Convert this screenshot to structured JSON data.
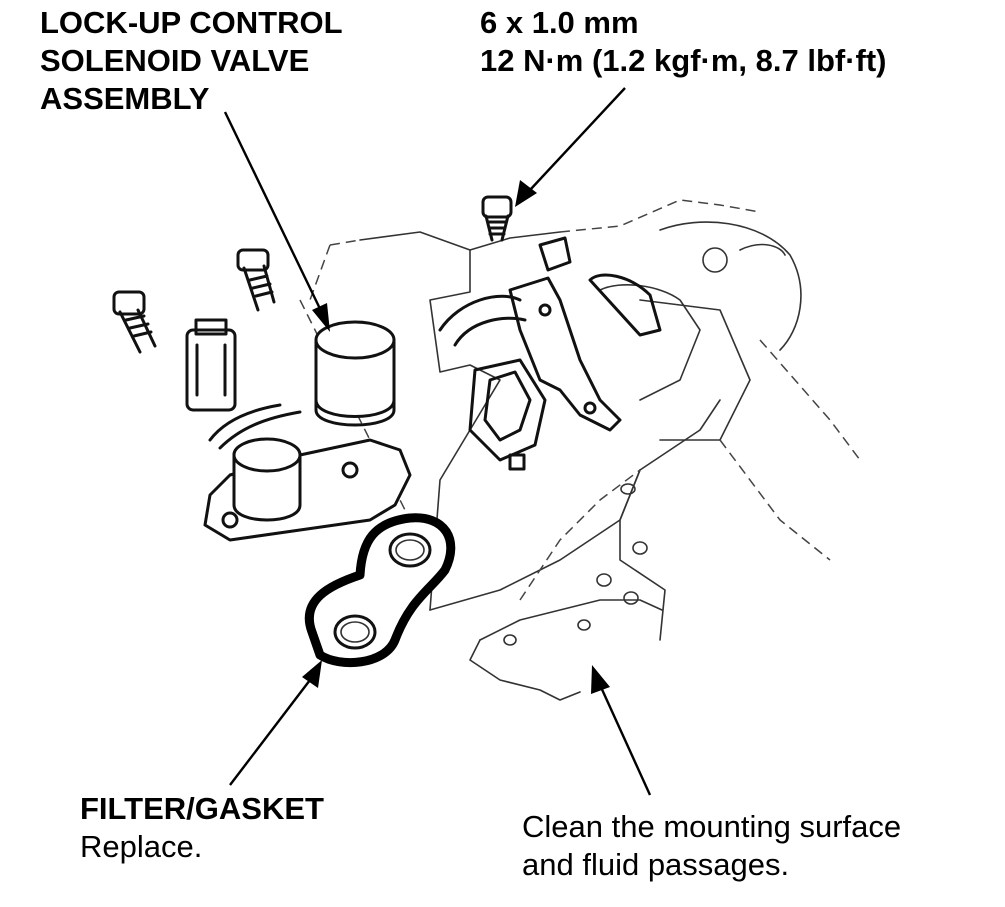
{
  "labels": {
    "solenoid": [
      "LOCK-UP CONTROL",
      "SOLENOID VALVE",
      "ASSEMBLY"
    ],
    "bolt_size": "6 x 1.0 mm",
    "bolt_torque": "12 N·m (1.2 kgf·m, 8.7 lbf·ft)",
    "gasket_title": "FILTER/GASKET",
    "gasket_note": "Replace.",
    "clean_note": [
      "Clean the mounting surface",
      "and fluid passages."
    ]
  },
  "icons": [
    "bolt-icon",
    "solenoid-valve-icon",
    "connector-icon",
    "filter-gasket-icon",
    "arrow-icon"
  ]
}
